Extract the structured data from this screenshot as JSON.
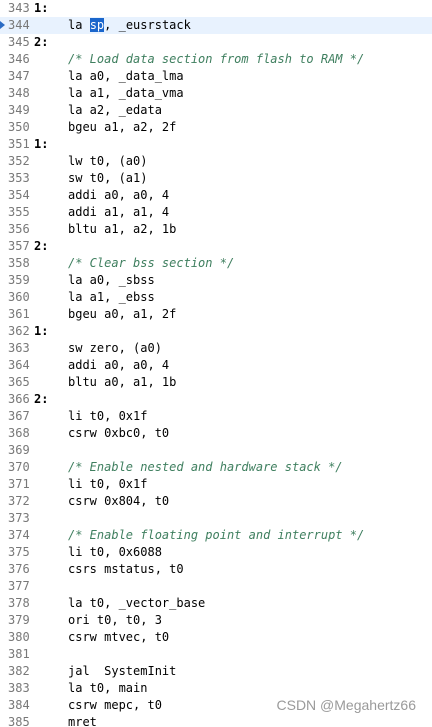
{
  "editor": {
    "lines": [
      {
        "num": "343",
        "label": "1:",
        "code": ""
      },
      {
        "num": "344",
        "label": "",
        "code_before": "la ",
        "code_sel": "sp",
        "code_after": ", _eusrstack",
        "current": true
      },
      {
        "num": "345",
        "label": "2:",
        "code": ""
      },
      {
        "num": "346",
        "label": "",
        "code": "/* Load data section from flash to RAM */",
        "comment": true
      },
      {
        "num": "347",
        "label": "",
        "code": "la a0, _data_lma"
      },
      {
        "num": "348",
        "label": "",
        "code": "la a1, _data_vma"
      },
      {
        "num": "349",
        "label": "",
        "code": "la a2, _edata"
      },
      {
        "num": "350",
        "label": "",
        "code": "bgeu a1, a2, 2f"
      },
      {
        "num": "351",
        "label": "1:",
        "code": ""
      },
      {
        "num": "352",
        "label": "",
        "code": "lw t0, (a0)"
      },
      {
        "num": "353",
        "label": "",
        "code": "sw t0, (a1)"
      },
      {
        "num": "354",
        "label": "",
        "code": "addi a0, a0, 4"
      },
      {
        "num": "355",
        "label": "",
        "code": "addi a1, a1, 4"
      },
      {
        "num": "356",
        "label": "",
        "code": "bltu a1, a2, 1b"
      },
      {
        "num": "357",
        "label": "2:",
        "code": ""
      },
      {
        "num": "358",
        "label": "",
        "code": "/* Clear bss section */",
        "comment": true
      },
      {
        "num": "359",
        "label": "",
        "code": "la a0, _sbss"
      },
      {
        "num": "360",
        "label": "",
        "code": "la a1, _ebss"
      },
      {
        "num": "361",
        "label": "",
        "code": "bgeu a0, a1, 2f"
      },
      {
        "num": "362",
        "label": "1:",
        "code": ""
      },
      {
        "num": "363",
        "label": "",
        "code": "sw zero, (a0)"
      },
      {
        "num": "364",
        "label": "",
        "code": "addi a0, a0, 4"
      },
      {
        "num": "365",
        "label": "",
        "code": "bltu a0, a1, 1b"
      },
      {
        "num": "366",
        "label": "2:",
        "code": ""
      },
      {
        "num": "367",
        "label": "",
        "code": "li t0, 0x1f"
      },
      {
        "num": "368",
        "label": "",
        "code": "csrw 0xbc0, t0"
      },
      {
        "num": "369",
        "label": "",
        "code": ""
      },
      {
        "num": "370",
        "label": "",
        "code": "/* Enable nested and hardware stack */",
        "comment": true
      },
      {
        "num": "371",
        "label": "",
        "code": "li t0, 0x1f"
      },
      {
        "num": "372",
        "label": "",
        "code": "csrw 0x804, t0"
      },
      {
        "num": "373",
        "label": "",
        "code": ""
      },
      {
        "num": "374",
        "label": "",
        "code": "/* Enable floating point and interrupt */",
        "comment": true
      },
      {
        "num": "375",
        "label": "",
        "code": "li t0, 0x6088"
      },
      {
        "num": "376",
        "label": "",
        "code": "csrs mstatus, t0"
      },
      {
        "num": "377",
        "label": "",
        "code": ""
      },
      {
        "num": "378",
        "label": "",
        "code": "la t0, _vector_base"
      },
      {
        "num": "379",
        "label": "",
        "code": "ori t0, t0, 3"
      },
      {
        "num": "380",
        "label": "",
        "code": "csrw mtvec, t0"
      },
      {
        "num": "381",
        "label": "",
        "code": ""
      },
      {
        "num": "382",
        "label": "",
        "code": "jal  SystemInit"
      },
      {
        "num": "383",
        "label": "",
        "code": "la t0, main"
      },
      {
        "num": "384",
        "label": "",
        "code": "csrw mepc, t0"
      },
      {
        "num": "385",
        "label": "",
        "code": "mret"
      }
    ]
  },
  "watermark": "CSDN @Megahertz66",
  "colors": {
    "comment": "#3f7f5f",
    "selection": "#1a66cc",
    "gutter": "#787878",
    "current_line": "#e8f2fe"
  }
}
